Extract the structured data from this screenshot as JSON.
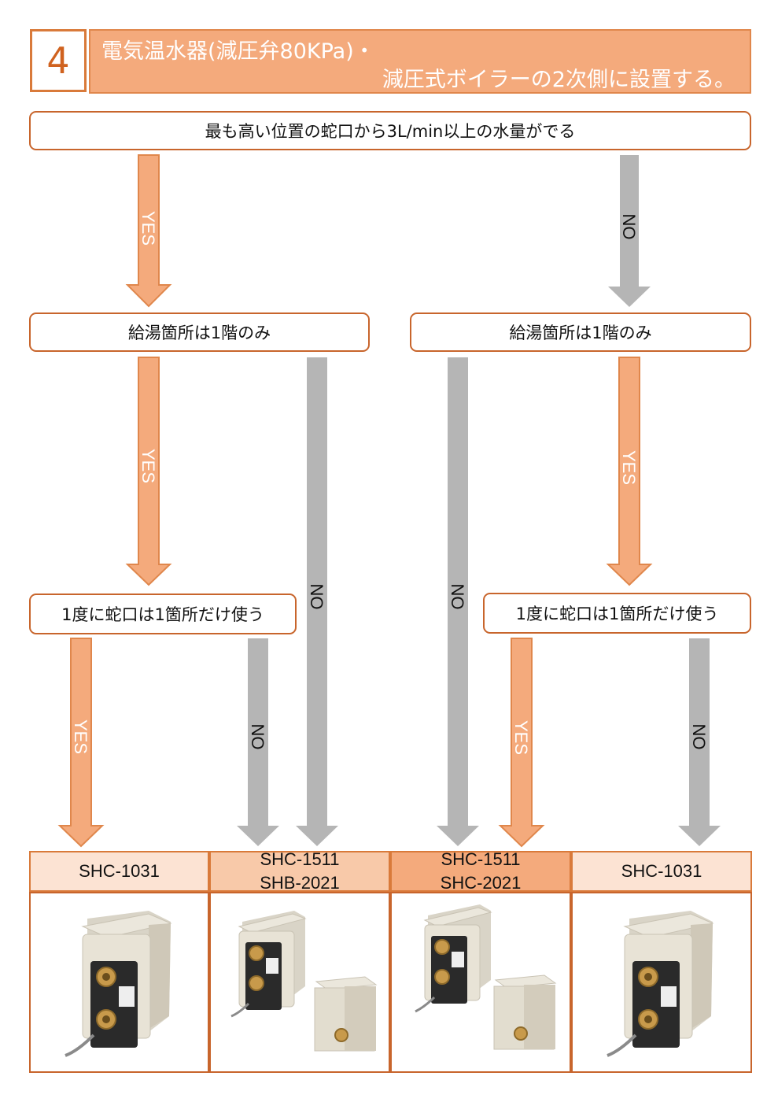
{
  "header": {
    "number": "4",
    "line1": "電気温水器(減圧弁80KPa)・",
    "line2": "減圧式ボイラーの2次側に設置する。"
  },
  "questions": {
    "q1": "最も高い位置の蛇口から3L/min以上の水量がでる",
    "q2_left": "給湯箇所は1階のみ",
    "q2_right": "給湯箇所は1階のみ",
    "q3_left": "1度に蛇口は1箇所だけ使う",
    "q3_right": "1度に蛇口は1箇所だけ使う"
  },
  "answers": {
    "yes": "YES",
    "no": "NO"
  },
  "products": [
    {
      "lines": [
        "SHC-1031"
      ],
      "bg": "#fce3d3"
    },
    {
      "lines": [
        "SHC-1511",
        "SHB-2021"
      ],
      "bg": "#f8c9a9"
    },
    {
      "lines": [
        "SHC-1511",
        "SHC-2021"
      ],
      "bg": "#f4aa7c"
    },
    {
      "lines": [
        "SHC-1031"
      ],
      "bg": "#fce3d3"
    }
  ],
  "colors": {
    "yes_arrow": "#f4aa7c",
    "yes_stroke": "#e0874c",
    "no_arrow": "#b5b5b5",
    "box_border": "#c8652c"
  }
}
